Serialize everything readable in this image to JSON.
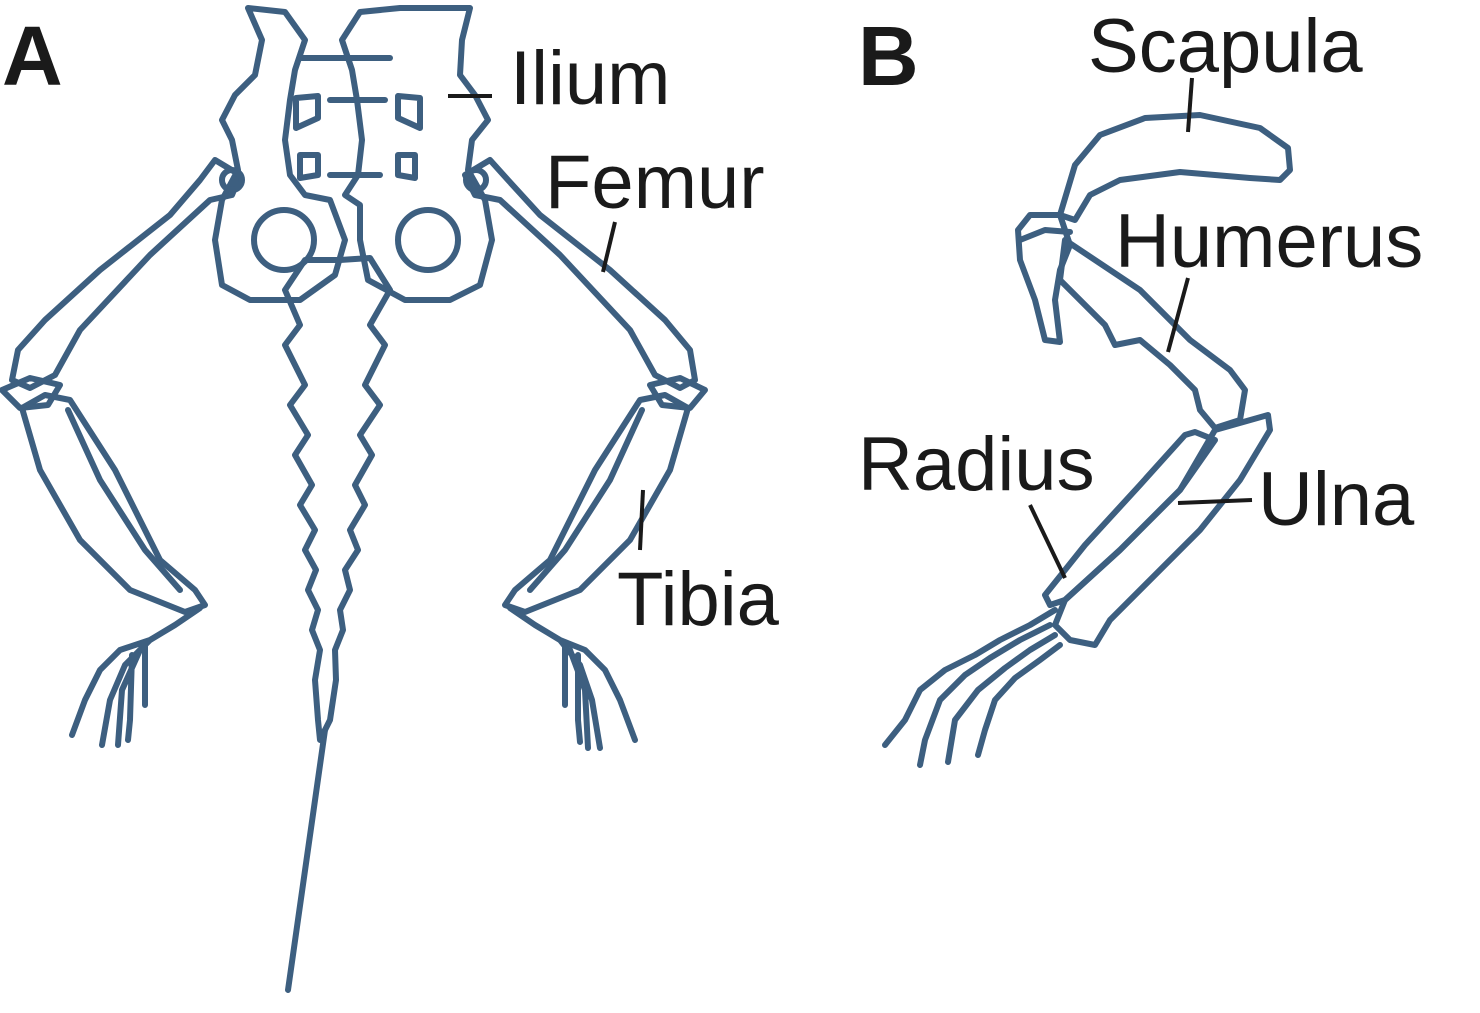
{
  "figure": {
    "bone_color": "#3d5f80",
    "text_color": "#1a1a1a",
    "panel_a": {
      "letter": "A",
      "labels": {
        "ilium": "Ilium",
        "femur": "Femur",
        "tibia": "Tibia"
      }
    },
    "panel_b": {
      "letter": "B",
      "labels": {
        "scapula": "Scapula",
        "humerus": "Humerus",
        "radius": "Radius",
        "ulna": "Ulna"
      }
    }
  }
}
